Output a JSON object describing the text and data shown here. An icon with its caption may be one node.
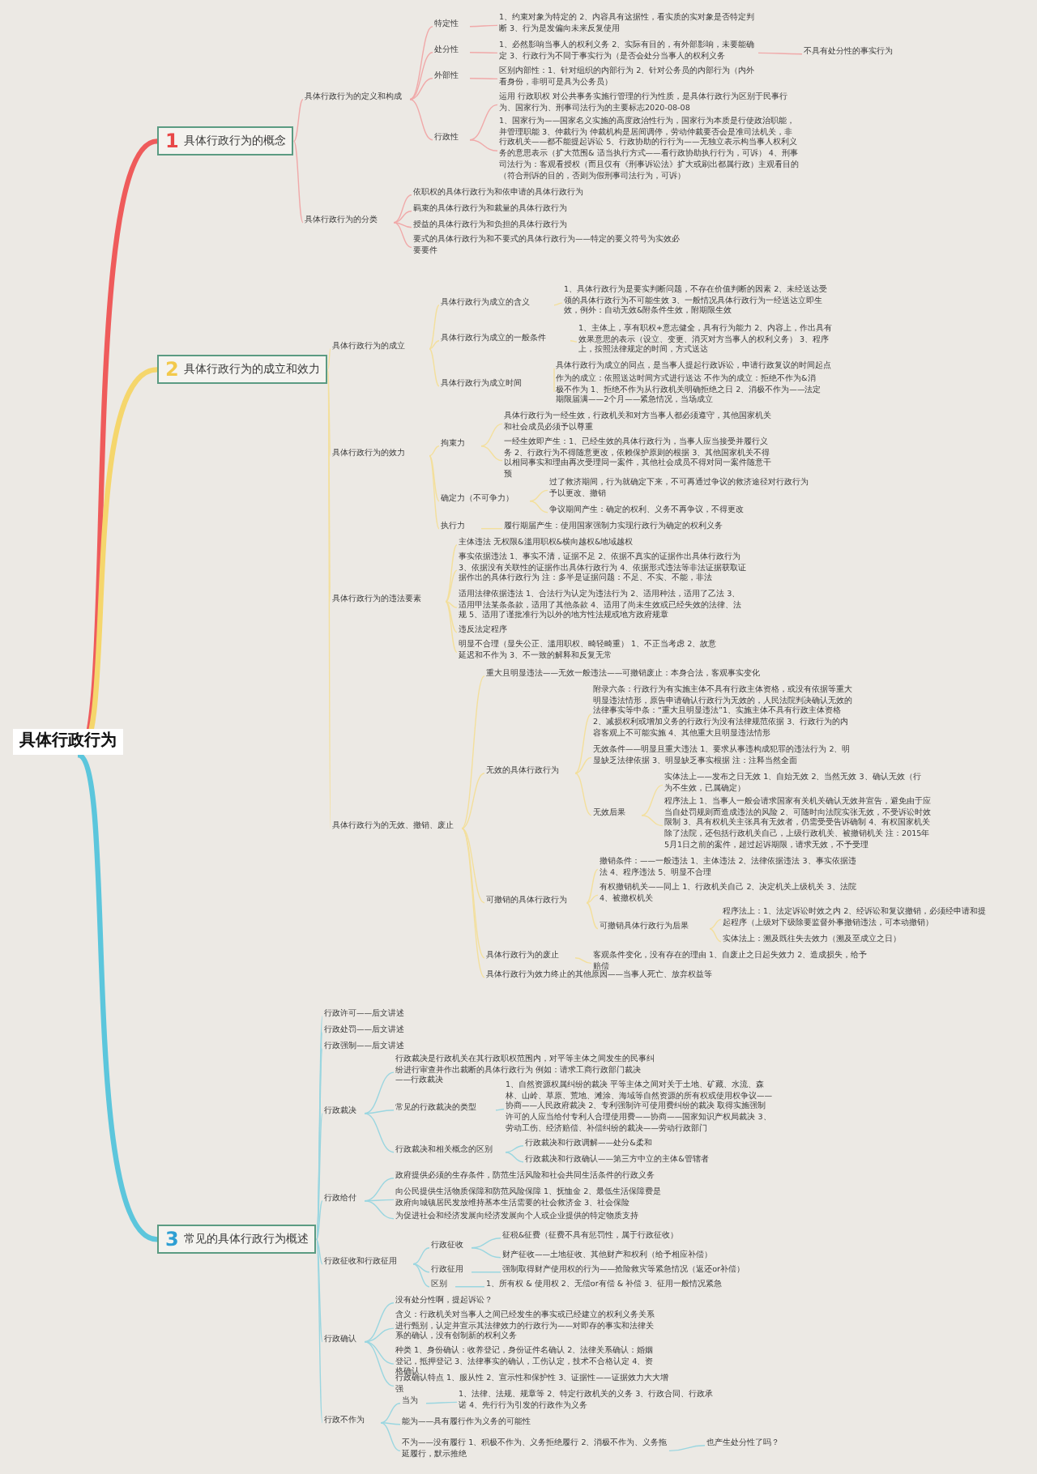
{
  "diagram": {
    "nodes": [
      {
        "text": [
          "具体行政行为"
        ]
      },
      {
        "text": [
          "1",
          "具体行政行为的概念"
        ]
      },
      {
        "text": [
          "具体行政行为的定义和构成"
        ]
      },
      {
        "text": [
          "特定性"
        ]
      },
      {
        "text": [
          "1、约束对象为特定的 2、内容具有这据性，看实质的实对象是否特定判断 3、行为是发偏向未来反复使用"
        ]
      },
      {
        "text": [
          "处分性"
        ]
      },
      {
        "text": [
          "1、必然影响当事人的权利义务 2、实际有目的，有外部影响，未要能确定 3、行政行为不同于事实行为（是否会处分当事人的权利义务"
        ]
      },
      {
        "text": [
          "不具有处分性的事实行为"
        ]
      },
      {
        "text": [
          "外部性"
        ]
      },
      {
        "text": [
          "区别内部性：1、针对组织的内部行为 2、针对公务员的内部行为（内外看身份，非明可是具为公务员）"
        ]
      },
      {
        "text": [
          "行政性"
        ]
      },
      {
        "text": [
          "运用 行政职权 对公共事务实施行管理的行为性质，是具体行政行为区别于民事行为、国家行为、刑事司法行为的主要标志2020-08-08"
        ]
      },
      {
        "text": [
          "1、国家行为——国家名义实施的高度政治性行为，国家行为本质是行使政治职能，并管理职能 3、仲裁行为 仲裁机构是居间调停，劳动仲裁要否会是准司法机关，非行政机关——都不能提起诉讼 5、行政协助的行行为——无独立表示构当事人权利义务的意思表示（扩大范围& 适当执行方式——看行政协助执行行为，可诉） 4、刑事司法行为：客观看授权（而且仅有《刑事诉讼法》扩大或刷出都属行政）主观看目的（符合刑诉的目的，否则为假刑事司法行为，可诉）"
        ]
      },
      {
        "text": [
          "具体行政行为的分类"
        ]
      },
      {
        "text": [
          "依职权的具体行政行为和依申请的具体行政行为"
        ]
      },
      {
        "text": [
          "羁束的具体行政行为和裁量的具体行政行为"
        ]
      },
      {
        "text": [
          "授益的具体行政行为和负担的具体行政行为"
        ]
      },
      {
        "text": [
          "要式的具体行政行为和不要式的具体行政行为——特定的要义符号为实效必要要件"
        ]
      },
      {
        "text": [
          "2",
          "具体行政行为的成立和效力"
        ]
      },
      {
        "text": [
          "具体行政行为的成立"
        ]
      },
      {
        "text": [
          "具体行政行为成立的含义"
        ]
      },
      {
        "text": [
          "1、具体行政行为是要实判断问题，不存在价值判断的因素 2、未经送达受领的具体行政行为不可能生效 3、一般情况具体行政行为一经送达立即生效，例外：自动无效&附条件生效，附期限生效"
        ]
      },
      {
        "text": [
          "具体行政行为成立的一般条件"
        ]
      },
      {
        "text": [
          "1、主体上，享有职权+意志健全，具有行为能力 2、内容上，作出具有效果意思的表示（设立、变更、消灭对方当事人的权利义务） 3、程序上，按照法律规定的时间，方式送达"
        ]
      },
      {
        "text": [
          "具体行政行为成立时间"
        ]
      },
      {
        "text": [
          "具体行政行为成立的同点，是当事人提起行政诉讼，申请行政复议的时间起点"
        ]
      },
      {
        "text": [
          "作为的成立：依照送达时间方式进行送达 不作为的成立：拒绝不作为&消极不作为 1、拒绝不作为从行政机关明确拒绝之日 2、消极不作为——法定期限届满——2个月——紧急情况，当场成立"
        ]
      },
      {
        "text": [
          "具体行政行为的效力"
        ]
      },
      {
        "text": [
          "拘束力"
        ]
      },
      {
        "text": [
          "具体行政行为一经生效，行政机关和对方当事人都必须遵守，其他国家机关和社会成员必须予以尊重"
        ]
      },
      {
        "text": [
          "一经生效即产生：1、已经生效的具体行政行为，当事人应当接受并履行义务 2、行政行为不得随意更改，依赖保护原则的根据 3、其他国家机关不得以相同事实和理由再次受理同一案件，其他社会成员不得对同一案件随意干预"
        ]
      },
      {
        "text": [
          "确定力（不可争力）"
        ]
      },
      {
        "text": [
          "过了救济期间，行为就确定下来，不可再通过争议的救济途径对行政行为予以更改、撤销"
        ]
      },
      {
        "text": [
          "争议期间产生：确定的权利、义务不再争议，不得更改"
        ]
      },
      {
        "text": [
          "执行力"
        ]
      },
      {
        "text": [
          "履行期届产生：使用国家强制力实现行政行为确定的权利义务"
        ]
      },
      {
        "text": [
          "具体行政行为的违法要素"
        ]
      },
      {
        "text": [
          "主体违法 无权限&滥用职权&横向越权&地域越权"
        ]
      },
      {
        "text": [
          "事实依据违法 1、事实不清，证据不足 2、依据不真实的证据作出具体行政行为 3、依据没有关联性的证据作出具体行政行为 4、依据形式违法等非法证据获取证据作出的具体行政行为 注：多半是证据问题：不足、不实、不能，非法"
        ]
      },
      {
        "text": [
          "适用法律依据违法 1、合法行为认定为违法行为 2、适用种法，适用了乙法 3、适用甲法某条条款，适用了其他条款 4、适用了尚未生效或已经失效的法律、法规 5、适用了谨批准行为以外的地方性法规或地方政府规章"
        ]
      },
      {
        "text": [
          "违反法定程序"
        ]
      },
      {
        "text": [
          "明显不合理（显失公正、滥用职权、畸轻畸重） 1、不正当考虑 2、故意延迟和不作为 3、不一致的解释和反复无常"
        ]
      },
      {
        "text": [
          "具体行政行为的无效、撤销、废止"
        ]
      },
      {
        "text": [
          "重大且明显违法——无效一般违法——可撤销废止：本身合法，客观事实变化"
        ]
      },
      {
        "text": [
          "无效的具体行政行为"
        ]
      },
      {
        "text": [
          "附录六条：行政行为有实施主体不具有行政主体资格，或没有依据等重大明显违法情形，原告申请确认行政行为无效的，人民法院判决确认无效的法律事实等中条：“重大且明显违法”1、实施主体不具有行政主体资格 2、减损权利或增加义务的行政行为没有法律规范依据 3、行政行为的内容客观上不可能实施 4、其他重大且明显违法情形"
        ]
      },
      {
        "text": [
          "无效条件——明显且重大违法 1、要求从事违构成犯罪的违法行为 2、明显缺乏法律依据 3、明显缺乏事实根据 注：注释当然全面"
        ]
      },
      {
        "text": [
          "无效后果"
        ]
      },
      {
        "text": [
          "实体法上——发布之日无效 1、自始无效 2、当然无效 3、确认无效（行为不生效，已属确定）"
        ]
      },
      {
        "text": [
          "程序法上 1、当事人一般会请求国家有关机关确认无效并宣告，避免由于应当自处罚规则而造成违法的风险 2、可随时向法院实张无效，不受诉讼时效限制 3、具有权机关主张具有无效者，仍需受受告诉确制 4、有权国家机关除了法院，还包括行政机关自己，上级行政机关、被撤销机关 注：2015年5月1日之前的案件，超过起诉期限，请求无效，不予受理"
        ]
      },
      {
        "text": [
          "可撤销的具体行政行为"
        ]
      },
      {
        "text": [
          "撤销条件：——一般违法 1、主体违法 2、法律依据违法 3、事实依据违法 4、程序违法 5、明显不合理"
        ]
      },
      {
        "text": [
          "有权撤销机关——同上 1、行政机关自己 2、决定机关上级机关 3、法院 4、被撤权机关"
        ]
      },
      {
        "text": [
          "可撤销具体行政行为后果"
        ]
      },
      {
        "text": [
          "程序法上：1、法定诉讼时效之内 2、经诉讼和复议撤销，必须经申请和提起程序（上级对下级除要监督外事撤销违法，可本动撤销）"
        ]
      },
      {
        "text": [
          "实体法上：溯及既往失去效力（溯及至成立之日）"
        ]
      },
      {
        "text": [
          "具体行政行为的废止"
        ]
      },
      {
        "text": [
          "客观条件变化，没有存在的理由 1、自废止之日起失效力 2、造成损失，给予赔偿"
        ]
      },
      {
        "text": [
          "具体行政行为效力终止的其他原因——当事人死亡、放弃权益等"
        ]
      },
      {
        "text": [
          "3",
          "常见的具体行政行为概述"
        ]
      },
      {
        "text": [
          "行政许可——后文讲述"
        ]
      },
      {
        "text": [
          "行政处罚——后文讲述"
        ]
      },
      {
        "text": [
          "行政强制——后文讲述"
        ]
      },
      {
        "text": [
          "行政裁决"
        ]
      },
      {
        "text": [
          "行政裁决是行政机关在其行政职权范围内，对平等主体之间发生的民事纠纷进行审查并作出裁断的具体行政行为 例如：请求工商行政部门裁决——行政裁决"
        ]
      },
      {
        "text": [
          "常见的行政裁决的类型"
        ]
      },
      {
        "text": [
          "1、自然资源权属纠纷的裁决 平等主体之间对关于土地、矿藏、水流、森林、山岭、草原、荒地、滩涂、海域等自然资源的所有权或使用权争议——协商——人民政府裁决 2、专利强制许可使用费纠纷的裁决 取得实施强制许可的人应当给付专利人合理使用费——协商——国家知识产权局裁决 3、劳动工伤、经济赔偿、补偿纠纷的裁决——劳动行政部门"
        ]
      },
      {
        "text": [
          "行政裁决和相关概念的区别"
        ]
      },
      {
        "text": [
          "行政裁决和行政调解——处分&柔和"
        ]
      },
      {
        "text": [
          "行政裁决和行政确认——第三方中立的主体&管辖者"
        ]
      },
      {
        "text": [
          "行政给付"
        ]
      },
      {
        "text": [
          "政府提供必须的生存条件，防范生活风险和社会共同生活条件的行政义务"
        ]
      },
      {
        "text": [
          "向公民提供生活物质保障和防范风险保障 1、抚恤金 2、最低生活保障费是政府向城镇居民发放维持基本生活需要的社会救济金 3、社会保险"
        ]
      },
      {
        "text": [
          "为促进社会和经济发展向经济发展向个人或企业提供的特定物质支持"
        ]
      },
      {
        "text": [
          "行政征收和行政征用"
        ]
      },
      {
        "text": [
          "行政征收"
        ]
      },
      {
        "text": [
          "征税&征费（征费不具有惩罚性，属于行政征收）"
        ]
      },
      {
        "text": [
          "财产征收——土地征收、其他财产和权利（给予相应补偿）"
        ]
      },
      {
        "text": [
          "行政征用"
        ]
      },
      {
        "text": [
          "强制取得财产使用权的行为——抢险救灾等紧急情况（返还or补偿）"
        ]
      },
      {
        "text": [
          "区别"
        ]
      },
      {
        "text": [
          "1、所有权 & 使用权 2、无偿or有偿 & 补偿 3、征用一般情况紧急"
        ]
      },
      {
        "text": [
          "行政确认"
        ]
      },
      {
        "text": [
          "没有处分性啊，提起诉讼？"
        ]
      },
      {
        "text": [
          "含义：行政机关对当事人之间已经发生的事实或已经建立的权利义务关系进行甄别，认定并宣示其法律效力的行政行为——对即存的事实和法律关系的确认，没有创制新的权利义务"
        ]
      },
      {
        "text": [
          "种类 1、身份确认：收养登记，身份证件名确认 2、法律关系确认：婚姻登记，抵押登记 3、法律事实的确认，工伤认定，技术不合格认定 4、资格确认"
        ]
      },
      {
        "text": [
          "行政确认特点 1、服从性 2、宣示性和保护性 3、证据性——证据效力大大增强"
        ]
      },
      {
        "text": [
          "行政不作为"
        ]
      },
      {
        "text": [
          "当为"
        ]
      },
      {
        "text": [
          "1、法律、法规、规章等 2、特定行政机关的义务 3、行政合同、行政承诺 4、先行行为引发的行政作为义务"
        ]
      },
      {
        "text": [
          "能为——具有履行作为义务的可能性"
        ]
      },
      {
        "text": [
          "不为——没有履行 1、积极不作为、义务拒绝履行 2、消极不作为、义务拖延履行，默示推绝"
        ]
      },
      {
        "text": [
          "也产生处分性了吗？"
        ]
      }
    ],
    "edges": [
      {
        "from": 0,
        "to": 1,
        "arrow": "none",
        "style": "thick",
        "color": "#ef5b5b"
      },
      {
        "from": 0,
        "to": 18,
        "arrow": "none",
        "style": "thick",
        "color": "#f5d66c"
      },
      {
        "from": 0,
        "to": 59,
        "arrow": "none",
        "style": "thick",
        "color": "#5cc6dc"
      },
      {
        "from": 1,
        "to": 2,
        "arrow": "none",
        "color": "#f0a9a9"
      },
      {
        "from": 1,
        "to": 13,
        "arrow": "none",
        "color": "#f0a9a9"
      },
      {
        "from": 2,
        "to": 3,
        "arrow": "none",
        "color": "#f0a9a9"
      },
      {
        "from": 2,
        "to": 5,
        "arrow": "none",
        "color": "#f0a9a9"
      },
      {
        "from": 2,
        "to": 8,
        "arrow": "none",
        "color": "#f0a9a9"
      },
      {
        "from": 2,
        "to": 10,
        "arrow": "none",
        "color": "#f0a9a9"
      },
      {
        "from": 3,
        "to": 4,
        "arrow": "none",
        "color": "#f0a9a9"
      },
      {
        "from": 5,
        "to": 6,
        "arrow": "none",
        "color": "#f0a9a9"
      },
      {
        "from": 6,
        "to": 7,
        "arrow": "none",
        "color": "#f0a9a9"
      },
      {
        "from": 8,
        "to": 9,
        "arrow": "none",
        "color": "#f0a9a9"
      },
      {
        "from": 10,
        "to": 11,
        "arrow": "none",
        "color": "#f0a9a9"
      },
      {
        "from": 10,
        "to": 12,
        "arrow": "none",
        "color": "#f0a9a9"
      },
      {
        "from": 13,
        "to": 14,
        "arrow": "none",
        "color": "#f0a9a9"
      },
      {
        "from": 13,
        "to": 15,
        "arrow": "none",
        "color": "#f0a9a9"
      },
      {
        "from": 13,
        "to": 16,
        "arrow": "none",
        "color": "#f0a9a9"
      },
      {
        "from": 13,
        "to": 17,
        "arrow": "none",
        "color": "#f0a9a9"
      },
      {
        "from": 18,
        "to": 19,
        "arrow": "none",
        "color": "#f3df9c"
      },
      {
        "from": 18,
        "to": 27,
        "arrow": "none",
        "color": "#f3df9c"
      },
      {
        "from": 18,
        "to": 36,
        "arrow": "none",
        "color": "#f3df9c"
      },
      {
        "from": 18,
        "to": 42,
        "arrow": "none",
        "color": "#f3df9c"
      },
      {
        "from": 19,
        "to": 20,
        "arrow": "none",
        "color": "#f3df9c"
      },
      {
        "from": 19,
        "to": 22,
        "arrow": "none",
        "color": "#f3df9c"
      },
      {
        "from": 19,
        "to": 24,
        "arrow": "none",
        "color": "#f3df9c"
      },
      {
        "from": 20,
        "to": 21,
        "arrow": "none",
        "color": "#f3df9c"
      },
      {
        "from": 22,
        "to": 23,
        "arrow": "none",
        "color": "#f3df9c"
      },
      {
        "from": 24,
        "to": 25,
        "arrow": "none",
        "color": "#f3df9c"
      },
      {
        "from": 24,
        "to": 26,
        "arrow": "none",
        "color": "#f3df9c"
      },
      {
        "from": 27,
        "to": 28,
        "arrow": "none",
        "color": "#f3df9c"
      },
      {
        "from": 27,
        "to": 31,
        "arrow": "none",
        "color": "#f3df9c"
      },
      {
        "from": 27,
        "to": 34,
        "arrow": "none",
        "color": "#f3df9c"
      },
      {
        "from": 28,
        "to": 29,
        "arrow": "none",
        "color": "#f3df9c"
      },
      {
        "from": 28,
        "to": 30,
        "arrow": "none",
        "color": "#f3df9c"
      },
      {
        "from": 31,
        "to": 32,
        "arrow": "none",
        "color": "#f3df9c"
      },
      {
        "from": 31,
        "to": 33,
        "arrow": "none",
        "color": "#f3df9c"
      },
      {
        "from": 34,
        "to": 35,
        "arrow": "none",
        "color": "#f3df9c"
      },
      {
        "from": 36,
        "to": 37,
        "arrow": "none",
        "color": "#f3df9c"
      },
      {
        "from": 36,
        "to": 38,
        "arrow": "none",
        "color": "#f3df9c"
      },
      {
        "from": 36,
        "to": 39,
        "arrow": "none",
        "color": "#f3df9c"
      },
      {
        "from": 36,
        "to": 40,
        "arrow": "none",
        "color": "#f3df9c"
      },
      {
        "from": 36,
        "to": 41,
        "arrow": "none",
        "color": "#f3df9c"
      },
      {
        "from": 42,
        "to": 43,
        "arrow": "none",
        "color": "#f3df9c"
      },
      {
        "from": 42,
        "to": 44,
        "arrow": "none",
        "color": "#f3df9c"
      },
      {
        "from": 42,
        "to": 50,
        "arrow": "none",
        "color": "#f3df9c"
      },
      {
        "from": 42,
        "to": 56,
        "arrow": "none",
        "color": "#f3df9c"
      },
      {
        "from": 42,
        "to": 58,
        "arrow": "none",
        "color": "#f3df9c"
      },
      {
        "from": 44,
        "to": 45,
        "arrow": "none",
        "color": "#f3df9c"
      },
      {
        "from": 44,
        "to": 46,
        "arrow": "none",
        "color": "#f3df9c"
      },
      {
        "from": 44,
        "to": 47,
        "arrow": "none",
        "color": "#f3df9c"
      },
      {
        "from": 47,
        "to": 48,
        "arrow": "none",
        "color": "#f3df9c"
      },
      {
        "from": 47,
        "to": 49,
        "arrow": "none",
        "color": "#f3df9c"
      },
      {
        "from": 50,
        "to": 51,
        "arrow": "none",
        "color": "#f3df9c"
      },
      {
        "from": 50,
        "to": 52,
        "arrow": "none",
        "color": "#f3df9c"
      },
      {
        "from": 50,
        "to": 53,
        "arrow": "none",
        "color": "#f3df9c"
      },
      {
        "from": 53,
        "to": 54,
        "arrow": "none",
        "color": "#f3df9c"
      },
      {
        "from": 53,
        "to": 55,
        "arrow": "none",
        "color": "#f3df9c"
      },
      {
        "from": 56,
        "to": 57,
        "arrow": "none",
        "color": "#f3df9c"
      },
      {
        "from": 59,
        "to": 60,
        "arrow": "none",
        "color": "#9ad6e0"
      },
      {
        "from": 59,
        "to": 61,
        "arrow": "none",
        "color": "#9ad6e0"
      },
      {
        "from": 59,
        "to": 62,
        "arrow": "none",
        "color": "#9ad6e0"
      },
      {
        "from": 59,
        "to": 63,
        "arrow": "none",
        "color": "#9ad6e0"
      },
      {
        "from": 59,
        "to": 70,
        "arrow": "none",
        "color": "#9ad6e0"
      },
      {
        "from": 59,
        "to": 74,
        "arrow": "none",
        "color": "#9ad6e0"
      },
      {
        "from": 59,
        "to": 82,
        "arrow": "none",
        "color": "#9ad6e0"
      },
      {
        "from": 59,
        "to": 87,
        "arrow": "none",
        "color": "#9ad6e0"
      },
      {
        "from": 63,
        "to": 64,
        "arrow": "none",
        "color": "#9ad6e0"
      },
      {
        "from": 63,
        "to": 65,
        "arrow": "none",
        "color": "#9ad6e0"
      },
      {
        "from": 63,
        "to": 67,
        "arrow": "none",
        "color": "#9ad6e0"
      },
      {
        "from": 65,
        "to": 66,
        "arrow": "none",
        "color": "#9ad6e0"
      },
      {
        "from": 67,
        "to": 68,
        "arrow": "none",
        "color": "#9ad6e0"
      },
      {
        "from": 67,
        "to": 69,
        "arrow": "none",
        "color": "#9ad6e0"
      },
      {
        "from": 70,
        "to": 71,
        "arrow": "none",
        "color": "#9ad6e0"
      },
      {
        "from": 70,
        "to": 72,
        "arrow": "none",
        "color": "#9ad6e0"
      },
      {
        "from": 70,
        "to": 73,
        "arrow": "none",
        "color": "#9ad6e0"
      },
      {
        "from": 74,
        "to": 75,
        "arrow": "none",
        "color": "#9ad6e0"
      },
      {
        "from": 74,
        "to": 78,
        "arrow": "none",
        "color": "#9ad6e0"
      },
      {
        "from": 74,
        "to": 80,
        "arrow": "none",
        "color": "#9ad6e0"
      },
      {
        "from": 75,
        "to": 76,
        "arrow": "none",
        "color": "#9ad6e0"
      },
      {
        "from": 75,
        "to": 77,
        "arrow": "none",
        "color": "#9ad6e0"
      },
      {
        "from": 78,
        "to": 79,
        "arrow": "none",
        "color": "#9ad6e0"
      },
      {
        "from": 80,
        "to": 81,
        "arrow": "none",
        "color": "#9ad6e0"
      },
      {
        "from": 82,
        "to": 83,
        "arrow": "none",
        "color": "#9ad6e0"
      },
      {
        "from": 82,
        "to": 84,
        "arrow": "none",
        "color": "#9ad6e0"
      },
      {
        "from": 82,
        "to": 85,
        "arrow": "none",
        "color": "#9ad6e0"
      },
      {
        "from": 82,
        "to": 86,
        "arrow": "none",
        "color": "#9ad6e0"
      },
      {
        "from": 87,
        "to": 88,
        "arrow": "none",
        "color": "#9ad6e0"
      },
      {
        "from": 87,
        "to": 90,
        "arrow": "none",
        "color": "#9ad6e0"
      },
      {
        "from": 87,
        "to": 91,
        "arrow": "none",
        "color": "#9ad6e0"
      },
      {
        "from": 88,
        "to": 89,
        "arrow": "none",
        "color": "#9ad6e0"
      },
      {
        "from": 91,
        "to": 92,
        "arrow": "none",
        "color": "#9ad6e0"
      }
    ]
  }
}
